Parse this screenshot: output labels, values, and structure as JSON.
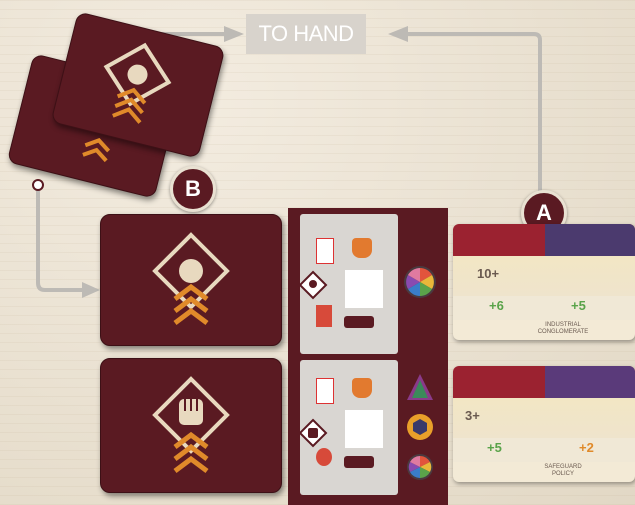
{
  "header": {
    "to_hand_label": "TO HAND"
  },
  "badges": {
    "b": "B",
    "a": "A"
  },
  "market_cards": [
    {
      "name_line1": "INDUSTRIAL",
      "name_line2": "CONGLOMERATE",
      "cost": "10+",
      "left_bonus": "+6",
      "right_bonus": "+5"
    },
    {
      "name_line1": "SAFEGUARD",
      "name_line2": "POLICY",
      "cost": "3+",
      "left_bonus": "+5",
      "right_bonus": "+2"
    }
  ],
  "colors": {
    "card_back": "#5a1a22",
    "accent_orange": "#e08a2a",
    "card_red": "#9b2230",
    "card_purple": "#4b3a6e",
    "arrow_gray": "#bdbab5"
  },
  "icons": [
    "diamond-emblem-icon",
    "chevron-stack-icon",
    "fist-icon",
    "factory-icon",
    "color-wheel-icon",
    "cube-icon",
    "triangle-icon"
  ]
}
